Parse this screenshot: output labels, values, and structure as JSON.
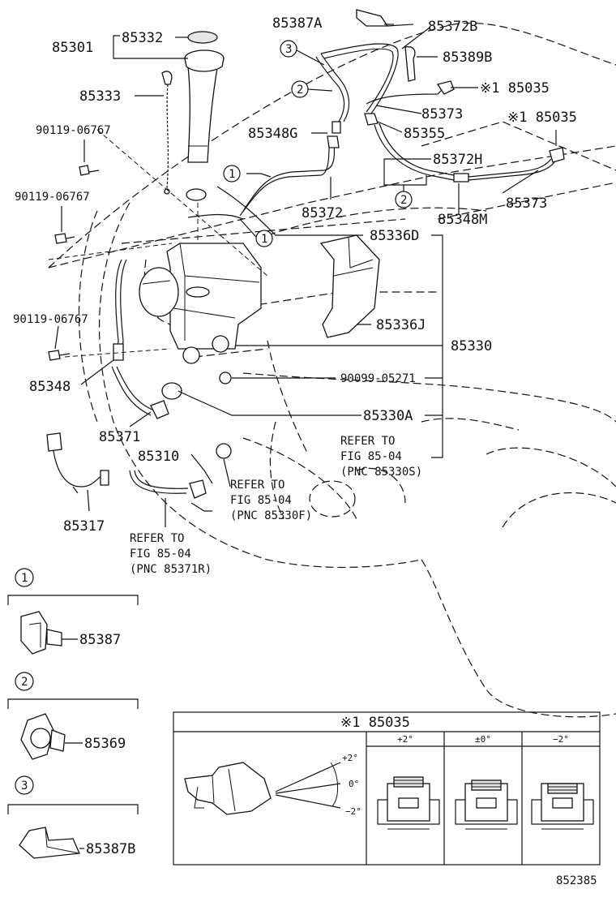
{
  "labels": {
    "p85387A": "85387A",
    "p85372B": "85372B",
    "p85301": "85301",
    "p85332": "85332",
    "p85389B": "85389B",
    "p85035a": "※1 85035",
    "p85333": "85333",
    "p85373a": "85373",
    "p85035b": "※1 85035",
    "p90119a": "90119-06767",
    "p85348G": "85348G",
    "p85355": "85355",
    "p85372H": "85372H",
    "p90119b": "90119-06767",
    "p85373b": "85373",
    "p85372": "85372",
    "p85348M": "85348M",
    "p85336D": "85336D",
    "p90119c": "90119-06767",
    "p85336J": "85336J",
    "p85330": "85330",
    "p85348": "85348",
    "p90099": "90099-05271",
    "p85330A": "85330A",
    "p85371": "85371",
    "p85310": "85310",
    "p85317": "85317",
    "ref1_l1": "REFER TO",
    "ref1_l2": "FIG 85-04",
    "ref1_l3": "(PNC 85330S)",
    "ref2_l1": "REFER TO",
    "ref2_l2": "FIG 85-04",
    "ref2_l3": "(PNC 85330F)",
    "ref3_l1": "REFER TO",
    "ref3_l2": "FIG 85-04",
    "ref3_l3": "(PNC 85371R)"
  },
  "callouts": {
    "c1": "1",
    "c2": "2",
    "c3": "3"
  },
  "legend": [
    {
      "num": "1",
      "part": "85387"
    },
    {
      "num": "2",
      "part": "85369"
    },
    {
      "num": "3",
      "part": "85387B"
    }
  ],
  "detail": {
    "title": "※1 85035",
    "columns": [
      "+2°",
      "±0°",
      "−2°"
    ],
    "angles": [
      "+2°",
      "0°",
      "−2°"
    ]
  },
  "figure_number": "852385"
}
